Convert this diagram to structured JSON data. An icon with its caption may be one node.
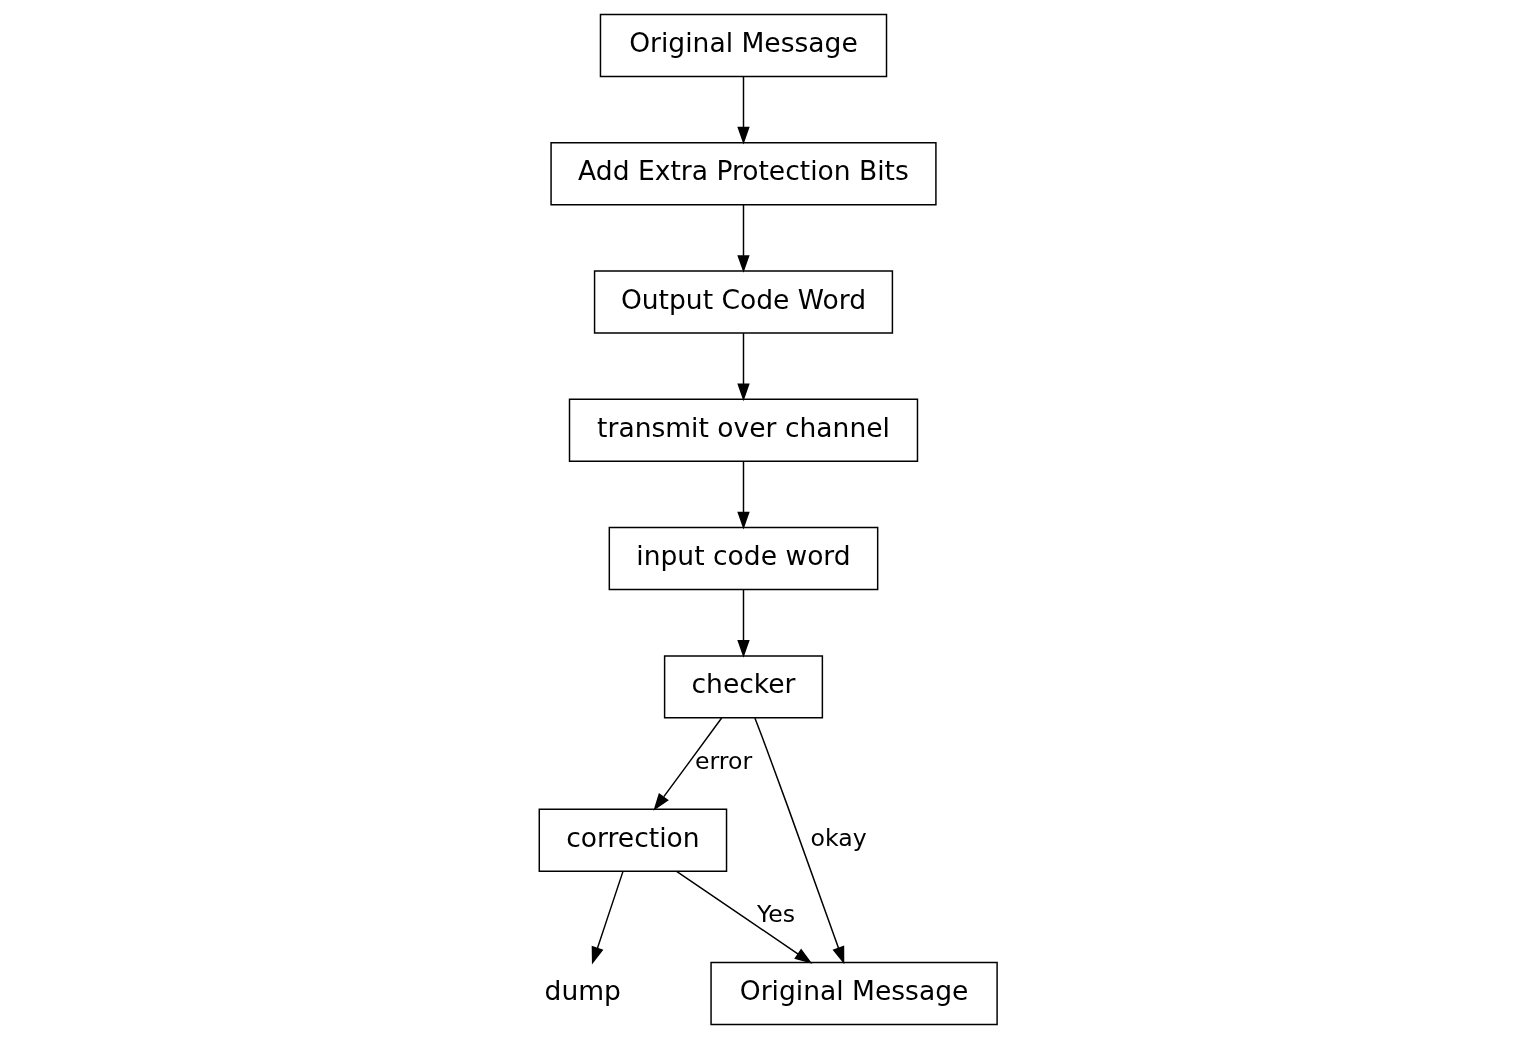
{
  "diagram": {
    "nodes": [
      {
        "text": [
          "Original Message"
        ]
      },
      {
        "text": [
          "Add Extra Protection Bits"
        ]
      },
      {
        "text": [
          "Output Code Word"
        ]
      },
      {
        "text": [
          "transmit over channel"
        ]
      },
      {
        "text": [
          "input code word"
        ]
      },
      {
        "text": [
          "checker"
        ]
      },
      {
        "text": [
          "correction"
        ]
      },
      {
        "text": [
          "dump"
        ]
      },
      {
        "text": [
          "Original Message"
        ]
      }
    ],
    "edges": [
      {
        "from": 0,
        "to": 1,
        "arrow": "to"
      },
      {
        "from": 1,
        "to": 2,
        "arrow": "to"
      },
      {
        "from": 2,
        "to": 3,
        "arrow": "to"
      },
      {
        "from": 3,
        "to": 4,
        "arrow": "to"
      },
      {
        "from": 4,
        "to": 5,
        "arrow": "to"
      },
      {
        "from": 5,
        "to": 8,
        "label": "okay",
        "arrow": "to"
      },
      {
        "from": 5,
        "to": 6,
        "label": "error",
        "arrow": "to"
      },
      {
        "from": 6,
        "to": 8,
        "label": "Yes",
        "arrow": "to"
      },
      {
        "from": 6,
        "to": 7,
        "arrow": "to"
      }
    ]
  }
}
